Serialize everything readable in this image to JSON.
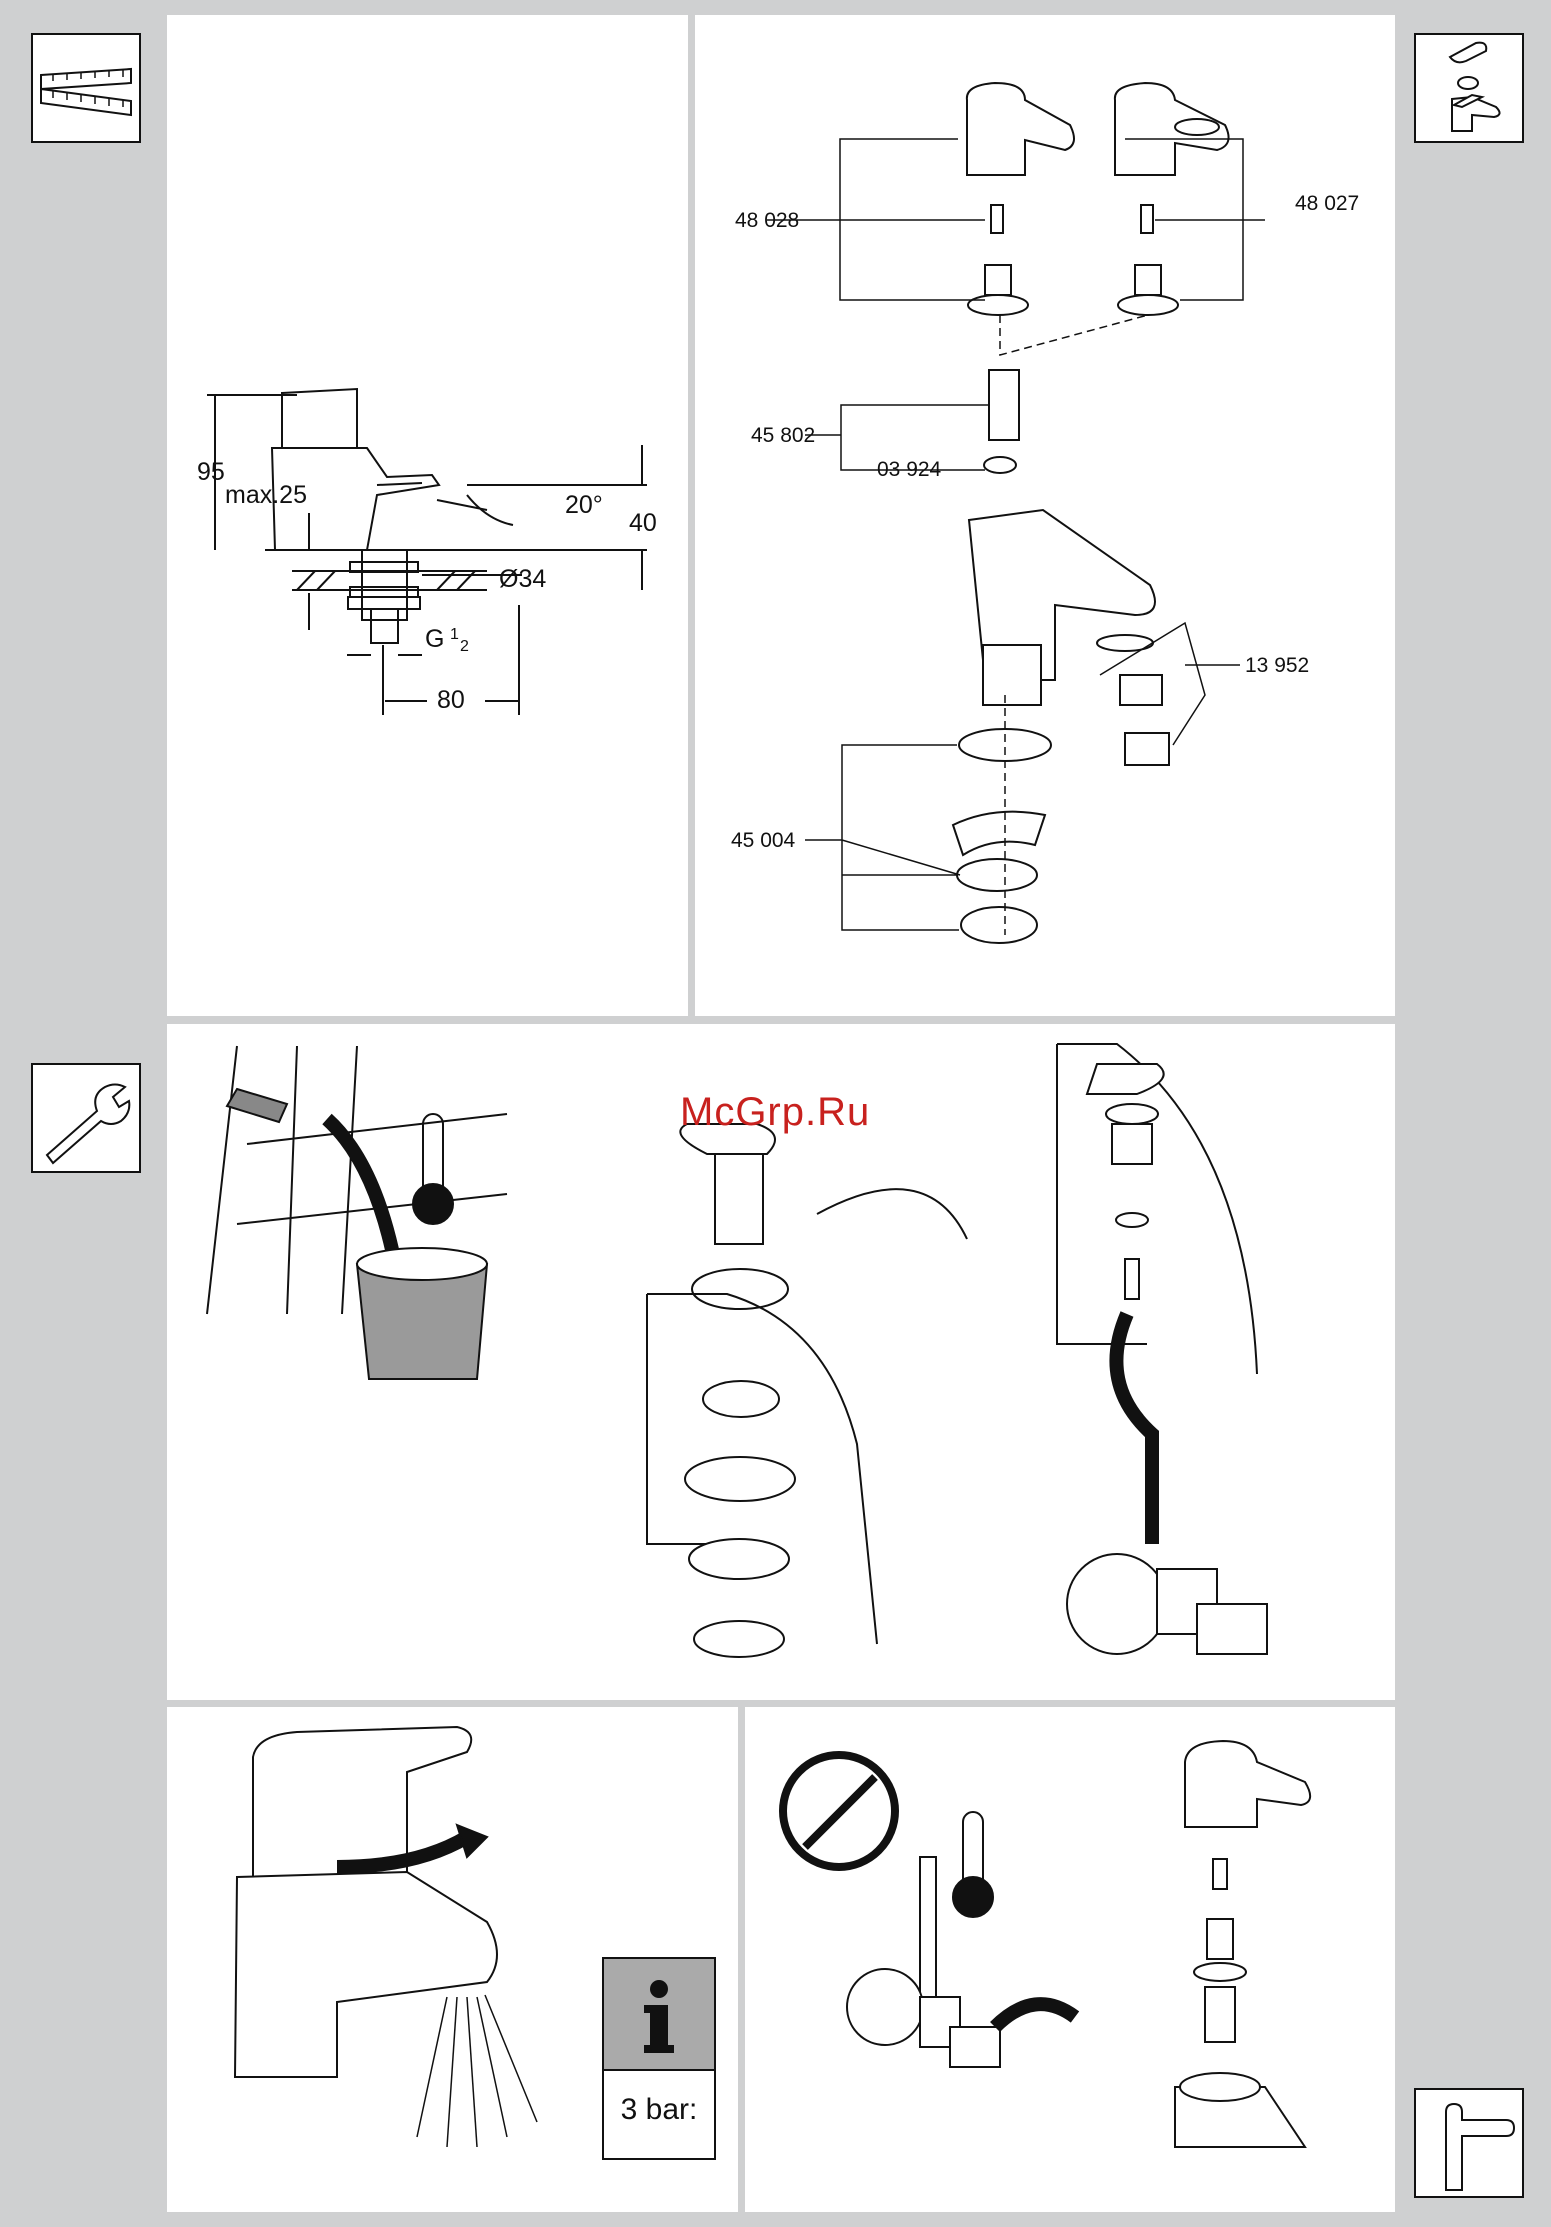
{
  "parts": {
    "p1": "48 028",
    "p2": "48 027",
    "p3": "45 802",
    "p4": "03 924",
    "p5": "13 952",
    "p6": "45 004"
  },
  "dimensions": {
    "height": "95",
    "max": "max.25",
    "angle": "20°",
    "offset": "40",
    "diameter": "Ø34",
    "thread_main": "G",
    "thread_sup": "1",
    "thread_sub": "2",
    "width": "80"
  },
  "watermark": "McGrp.Ru",
  "info": {
    "icon": "i",
    "pressure": "3 bar:"
  },
  "icons": {
    "ruler": "folding-ruler-icon",
    "faucet": "faucet-parts-icon",
    "wrench": "wrench-icon",
    "hexkey": "hex-key-icon"
  }
}
